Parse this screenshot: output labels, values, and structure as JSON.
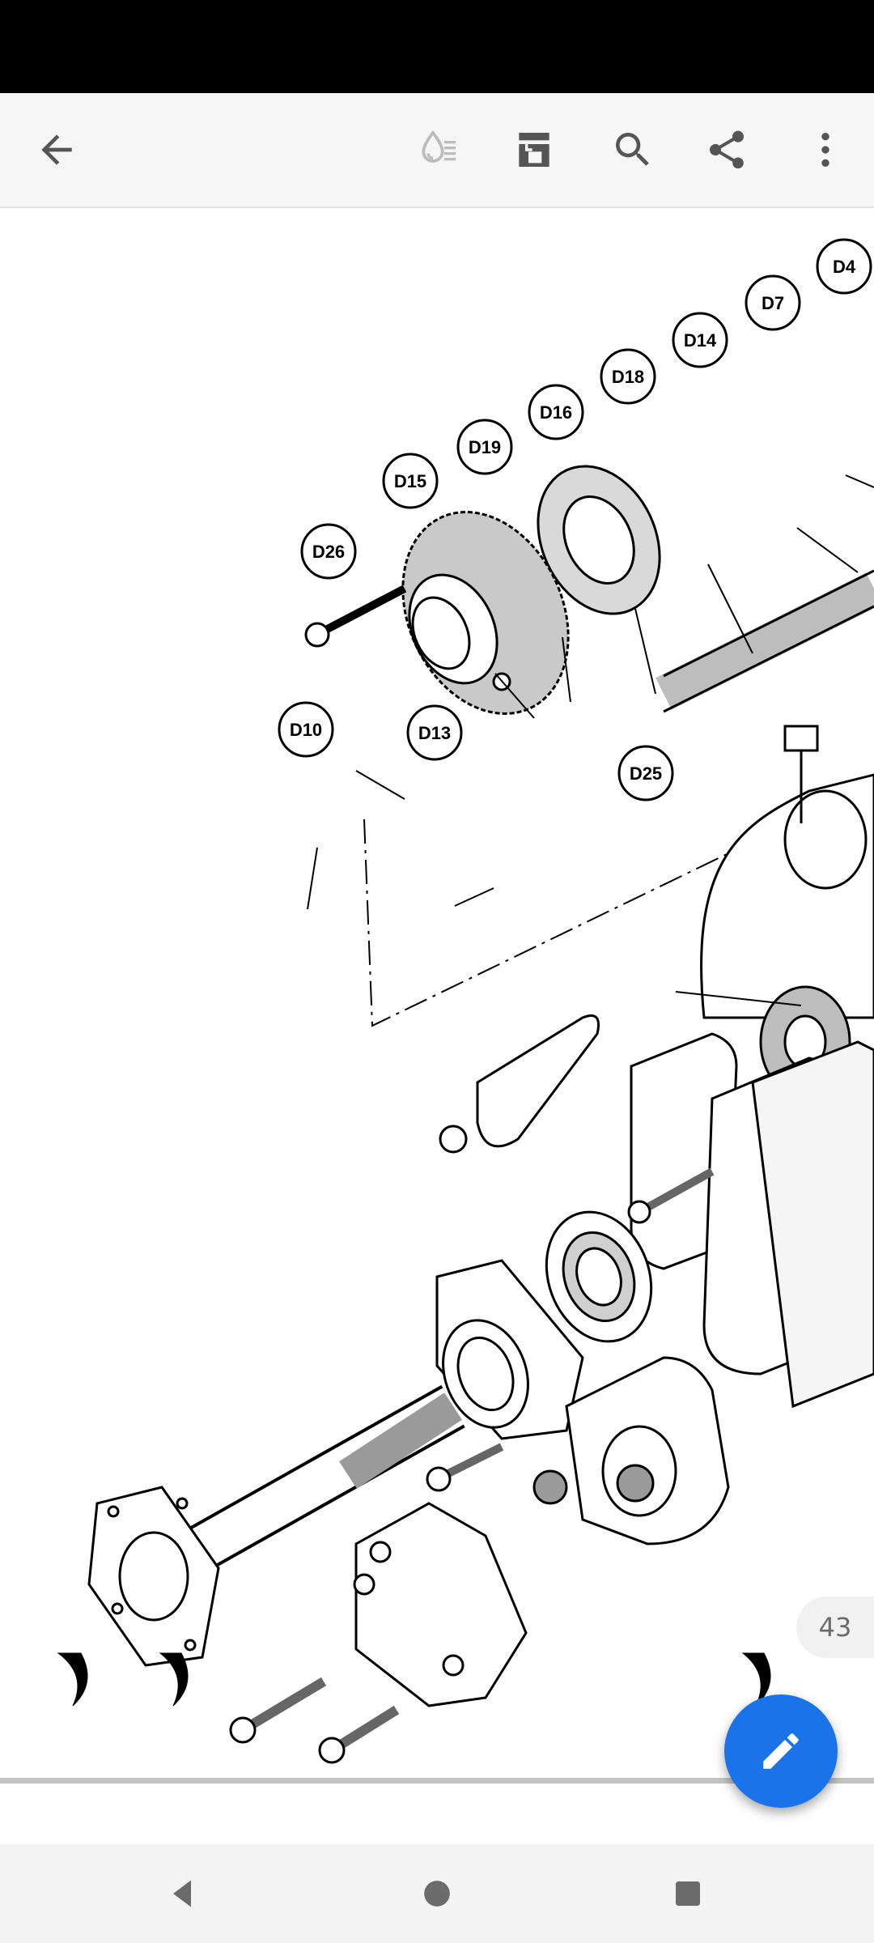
{
  "toolbar": {
    "back_icon": "arrow-back-icon",
    "reading_mode_icon": "reading-mode-icon",
    "annotate_icon": "annotate-icon",
    "search_icon": "search-icon",
    "share_icon": "share-icon",
    "more_icon": "more-vert-icon"
  },
  "document": {
    "callouts": [
      "D4",
      "D7",
      "D14",
      "D18",
      "D16",
      "D19",
      "D15",
      "D26",
      "D10",
      "D13",
      "D25"
    ]
  },
  "page_number": "43",
  "fab": {
    "icon": "edit-pencil-icon",
    "color": "#1a73e8"
  },
  "navbar": {
    "back_icon": "nav-back-icon",
    "home_icon": "nav-home-icon",
    "recents_icon": "nav-recents-icon"
  }
}
